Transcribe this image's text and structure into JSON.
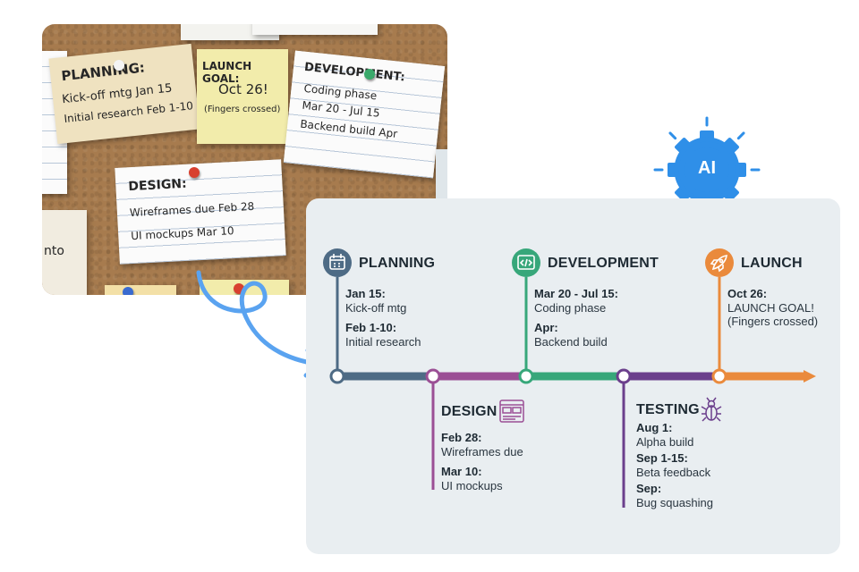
{
  "board": {
    "notes": {
      "planning": {
        "title": "PLANNING:",
        "line1": "Kick-off mtg Jan 15",
        "line2": "Initial research Feb 1-10"
      },
      "launch_goal": {
        "title": "LAUNCH GOAL:",
        "line1": "Oct 26!",
        "line2": "(Fingers crossed)"
      },
      "development": {
        "title": "DEVELOPMENT:",
        "line1": "Coding phase",
        "line2": "Mar 20 - Jul 15",
        "line3": "Backend build Apr"
      },
      "design": {
        "title": "DESIGN:",
        "line1": "Wireframes due Feb 28",
        "line2": "UI mockups Mar 10"
      },
      "partial_left": {
        "text": "nto"
      }
    }
  },
  "ai_badge": {
    "label": "AI"
  },
  "timeline": {
    "phases": [
      {
        "key": "planning",
        "title": "PLANNING",
        "icon": "calendar-icon",
        "items": [
          {
            "date": "Jan 15:",
            "text": "Kick-off mtg"
          },
          {
            "date": "Feb 1-10:",
            "text": "Initial research"
          }
        ]
      },
      {
        "key": "design",
        "title": "DESIGN",
        "icon": "layout-icon",
        "items": [
          {
            "date": "Feb 28:",
            "text": "Wireframes due"
          },
          {
            "date": "Mar 10:",
            "text": "UI mockups"
          }
        ]
      },
      {
        "key": "development",
        "title": "DEVELOPMENT",
        "icon": "code-icon",
        "items": [
          {
            "date": "Mar 20 - Jul 15:",
            "text": "Coding phase"
          },
          {
            "date": "Apr:",
            "text": "Backend build"
          }
        ]
      },
      {
        "key": "testing",
        "title": "TESTING",
        "icon": "bug-icon",
        "items": [
          {
            "date": "Aug 1:",
            "text": "Alpha build"
          },
          {
            "date": "Sep 1-15:",
            "text": "Beta feedback"
          },
          {
            "date": "Sep:",
            "text": "Bug squashing"
          }
        ]
      },
      {
        "key": "launch",
        "title": "LAUNCH",
        "icon": "rocket-icon",
        "items": [
          {
            "date": "Oct 26:",
            "text": "LAUNCH GOAL!",
            "text2": "(Fingers crossed)"
          }
        ]
      }
    ]
  },
  "colors": {
    "planning": "#4e6b85",
    "design": "#9b4f95",
    "development": "#37a77a",
    "testing": "#6b3f8c",
    "launch": "#ea8a3c",
    "arrow": "#5aa3f0",
    "ai_blue": "#2f8fe8"
  }
}
